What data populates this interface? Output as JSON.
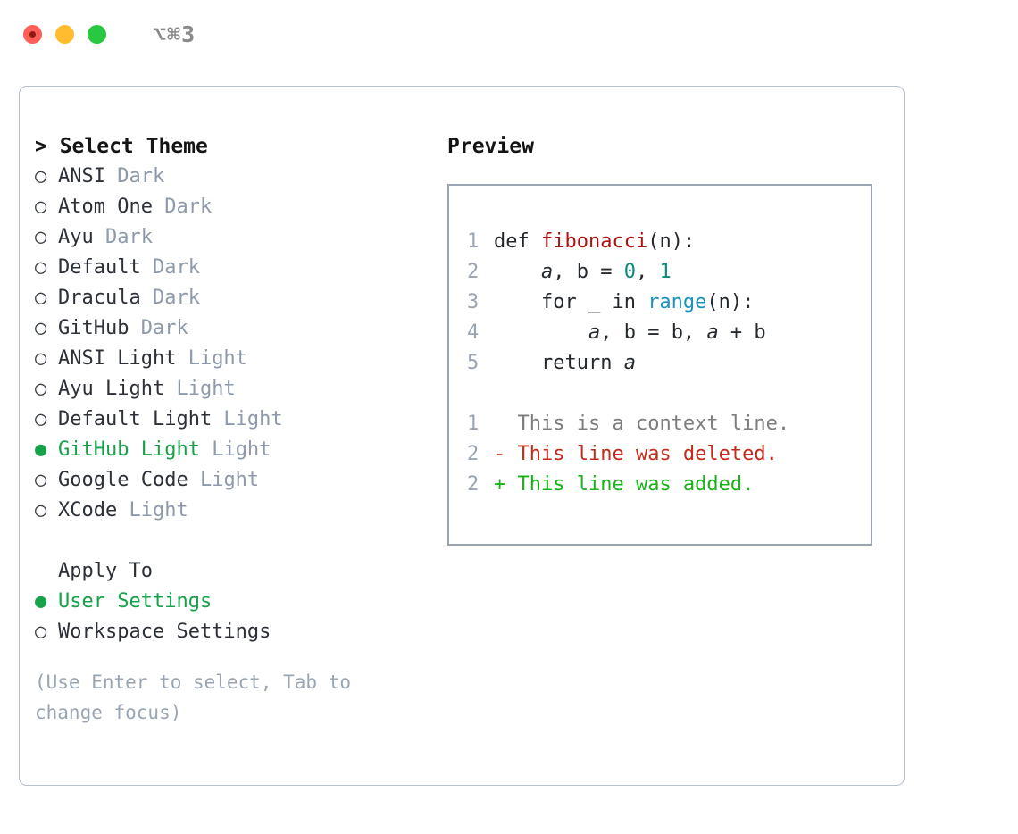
{
  "titlebar": {
    "shortcut": "⌥⌘3",
    "lights": [
      {
        "name": "close",
        "color": "#ff5f57"
      },
      {
        "name": "minimize",
        "color": "#febc2e"
      },
      {
        "name": "zoom",
        "color": "#28c840"
      }
    ]
  },
  "theme_picker": {
    "header": "> Select Theme",
    "bullet_selected": "●",
    "bullet_unselected": "○",
    "items": [
      {
        "bullet": "○",
        "name": "ANSI",
        "tag": "Dark",
        "selected": false
      },
      {
        "bullet": "○",
        "name": "Atom One",
        "tag": "Dark",
        "selected": false
      },
      {
        "bullet": "○",
        "name": "Ayu",
        "tag": "Dark",
        "selected": false
      },
      {
        "bullet": "○",
        "name": "Default",
        "tag": "Dark",
        "selected": false
      },
      {
        "bullet": "○",
        "name": "Dracula",
        "tag": "Dark",
        "selected": false
      },
      {
        "bullet": "○",
        "name": "GitHub",
        "tag": "Dark",
        "selected": false
      },
      {
        "bullet": "○",
        "name": "ANSI Light",
        "tag": "Light",
        "selected": false
      },
      {
        "bullet": "○",
        "name": "Ayu Light",
        "tag": "Light",
        "selected": false
      },
      {
        "bullet": "○",
        "name": "Default Light",
        "tag": "Light",
        "selected": false
      },
      {
        "bullet": "●",
        "name": "GitHub Light",
        "tag": "Light",
        "selected": true
      },
      {
        "bullet": "○",
        "name": "Google Code",
        "tag": "Light",
        "selected": false
      },
      {
        "bullet": "○",
        "name": "XCode",
        "tag": "Light",
        "selected": false
      }
    ]
  },
  "apply_to": {
    "header": "Apply To",
    "items": [
      {
        "bullet": "●",
        "name": "User Settings",
        "selected": true
      },
      {
        "bullet": "○",
        "name": "Workspace Settings",
        "selected": false
      }
    ]
  },
  "hint": "(Use Enter to select, Tab to change focus)",
  "preview": {
    "title": "Preview",
    "code": [
      {
        "n": "1",
        "parts": [
          {
            "t": "def ",
            "c": "plain"
          },
          {
            "t": "fibonacci",
            "c": "fn"
          },
          {
            "t": "(n):",
            "c": "plain"
          }
        ]
      },
      {
        "n": "2",
        "parts": [
          {
            "t": "    ",
            "c": "plain"
          },
          {
            "t": "a",
            "c": "var"
          },
          {
            "t": ", b = ",
            "c": "plain"
          },
          {
            "t": "0",
            "c": "num"
          },
          {
            "t": ", ",
            "c": "plain"
          },
          {
            "t": "1",
            "c": "num"
          }
        ]
      },
      {
        "n": "3",
        "parts": [
          {
            "t": "    for _ in ",
            "c": "plain"
          },
          {
            "t": "range",
            "c": "call"
          },
          {
            "t": "(n):",
            "c": "plain"
          }
        ]
      },
      {
        "n": "4",
        "parts": [
          {
            "t": "        ",
            "c": "plain"
          },
          {
            "t": "a",
            "c": "var"
          },
          {
            "t": ", b = b, ",
            "c": "plain"
          },
          {
            "t": "a",
            "c": "var"
          },
          {
            "t": " + b",
            "c": "plain"
          }
        ]
      },
      {
        "n": "5",
        "parts": [
          {
            "t": "    return ",
            "c": "plain"
          },
          {
            "t": "a",
            "c": "var"
          }
        ]
      }
    ],
    "diff": [
      {
        "n": "1",
        "marker": "  ",
        "text": "This is a context line.",
        "kind": "context"
      },
      {
        "n": "2",
        "marker": "- ",
        "text": "This line was deleted.",
        "kind": "del"
      },
      {
        "n": "2",
        "marker": "+ ",
        "text": "This line was added.",
        "kind": "add"
      }
    ]
  },
  "colors": {
    "accent_green": "#15a24a",
    "tag_gray": "#8e9aab",
    "keyword_red": "#b01010",
    "number_teal": "#0b8a7a",
    "call_blue": "#1e90c0",
    "diff_del_red": "#c62a1a",
    "diff_add_green": "#16b318",
    "border": "#9aa5b4"
  }
}
